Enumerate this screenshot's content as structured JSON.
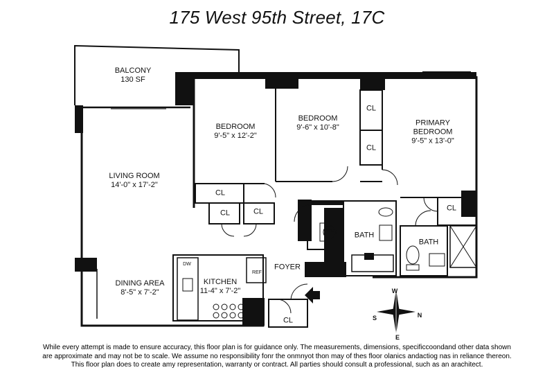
{
  "title": "175 West 95th Street, 17C",
  "rooms": {
    "balcony": {
      "name": "BALCONY",
      "dim": "130 SF"
    },
    "living_room": {
      "name": "LIVING ROOM",
      "dim": "14'-0\" x 17'-2\""
    },
    "bedroom1": {
      "name": "BEDROOM",
      "dim": "9'-5\" x 12'-2\""
    },
    "bedroom2": {
      "name": "BEDROOM",
      "dim": "9'-6\" x 10'-8\""
    },
    "primary_bedroom": {
      "name_line1": "PRIMARY",
      "name_line2": "BEDROOM",
      "dim": "9'-5\" x 13'-0\""
    },
    "dining_area": {
      "name": "DINING AREA",
      "dim": "8'-5\" x 7'-2\""
    },
    "kitchen": {
      "name": "KITCHEN",
      "dim": "11-4\" x 7'-2\""
    },
    "foyer": {
      "name": "FOYER"
    },
    "bath1": {
      "name": "BATH"
    },
    "bath2": {
      "name": "BATH"
    }
  },
  "fixtures": {
    "closet": "CL",
    "washer_dryer": "WD",
    "dishwasher": "DW",
    "refrigerator": "REF"
  },
  "compass": {
    "north": "N",
    "south": "S",
    "east": "E",
    "west": "W"
  },
  "disclaimer": {
    "line1": "While every attempt is made to ensure accuracy, this floor plan is for guidance only. The measurements, dimensions, specificcoondand other data shown",
    "line2": "are approximate and may not be to scale.  We assume no responsibility fonr the onmnyot thon may of thes floor olanics andactiog nas in reliance thereon.",
    "line3": "This floor plan does to create amy representation, warranty or contract. All parties should consult a professional, such as an arachitect."
  }
}
